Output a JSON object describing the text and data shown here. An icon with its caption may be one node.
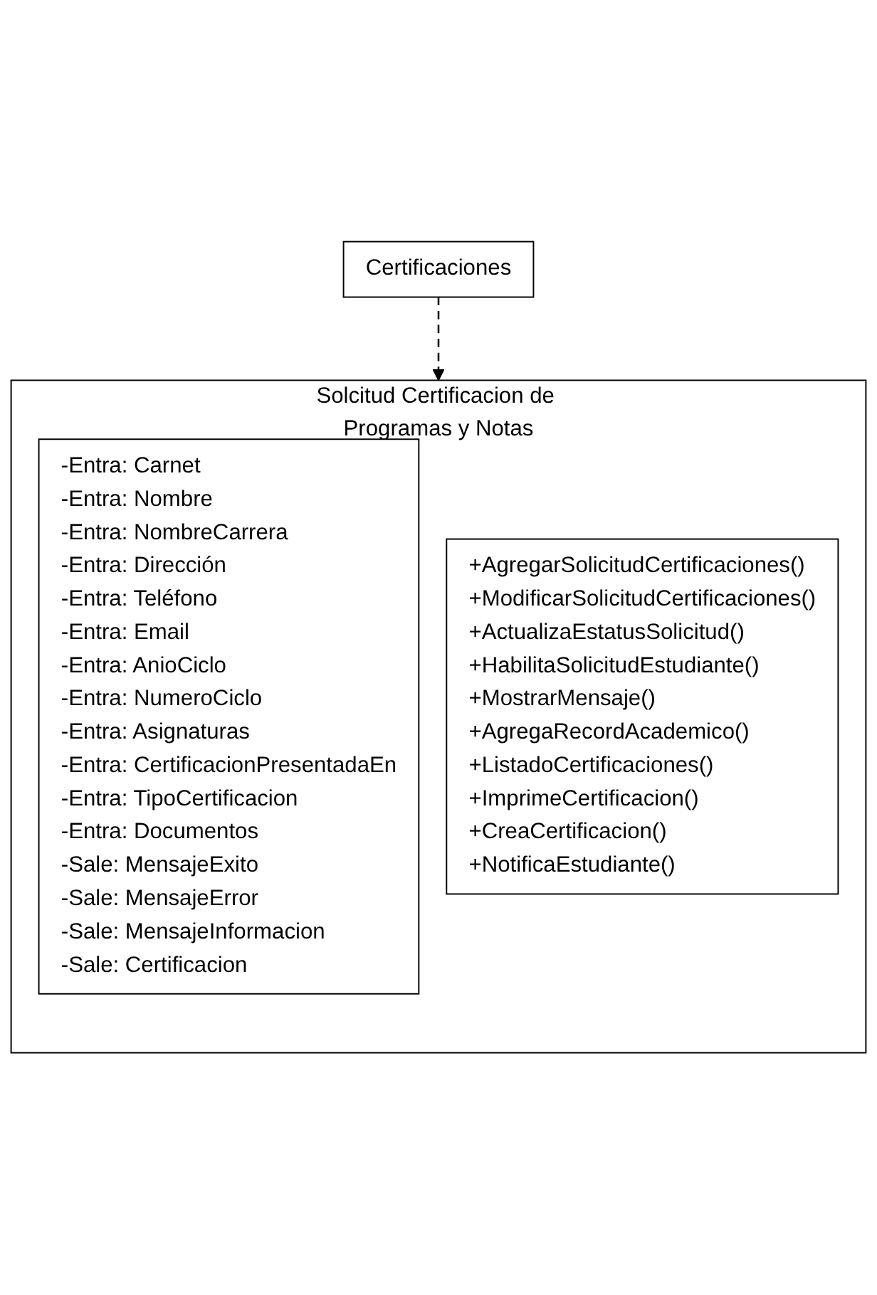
{
  "diagram": {
    "nodes": [
      {
        "text": [
          "Certificaciones"
        ]
      },
      {
        "text": [
          "Solcitud Certificacion de Programas y Notas"
        ]
      },
      {
        "text": [
          "-Entra: Carnet",
          "-Entra: Nombre",
          "-Entra: NombreCarrera",
          "-Entra: Dirección",
          "-Entra: Teléfono",
          "-Entra: Email",
          "-Entra: AnioCiclo",
          "-Entra: NumeroCiclo",
          "-Entra: Asignaturas",
          "-Entra: CertificacionPresentadaEn",
          "-Entra: TipoCertificacion",
          "-Entra: Documentos",
          "-Sale: MensajeExito",
          "-Sale: MensajeError",
          "-Sale: MensajeInformacion",
          "-Sale: Certificacion"
        ],
        "in": 1
      },
      {
        "text": [
          "+AgregarSolicitudCertificaciones()",
          "+ModificarSolicitudCertificaciones()",
          "+ActualizaEstatusSolicitud()",
          "+HabilitaSolicitudEstudiante()",
          "+MostrarMensaje()",
          "+AgregaRecordAcademico()",
          "+ListadoCertificaciones()",
          "+ImprimeCertificacion()",
          "+CreaCertificacion()",
          "+NotificaEstudiante()"
        ],
        "in": 1
      }
    ],
    "edges": [
      {
        "from": 0,
        "to": 1,
        "arrow": "to",
        "style": "dashed"
      }
    ]
  }
}
